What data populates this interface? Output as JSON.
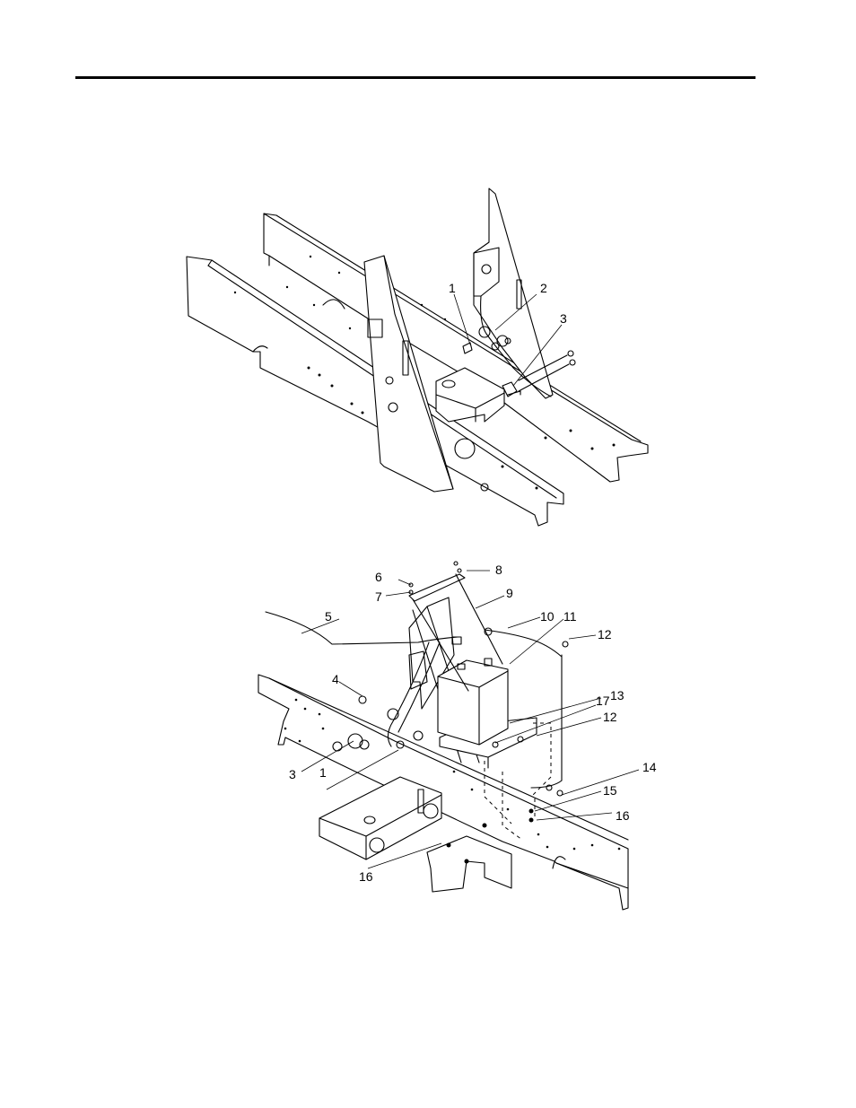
{
  "top_view": {
    "callouts": [
      "1",
      "2",
      "3"
    ]
  },
  "bottom_view": {
    "callouts": [
      "1",
      "3",
      "4",
      "5",
      "6",
      "7",
      "8",
      "9",
      "10",
      "11",
      "12",
      "12",
      "13",
      "14",
      "15",
      "16",
      "16",
      "17"
    ]
  }
}
